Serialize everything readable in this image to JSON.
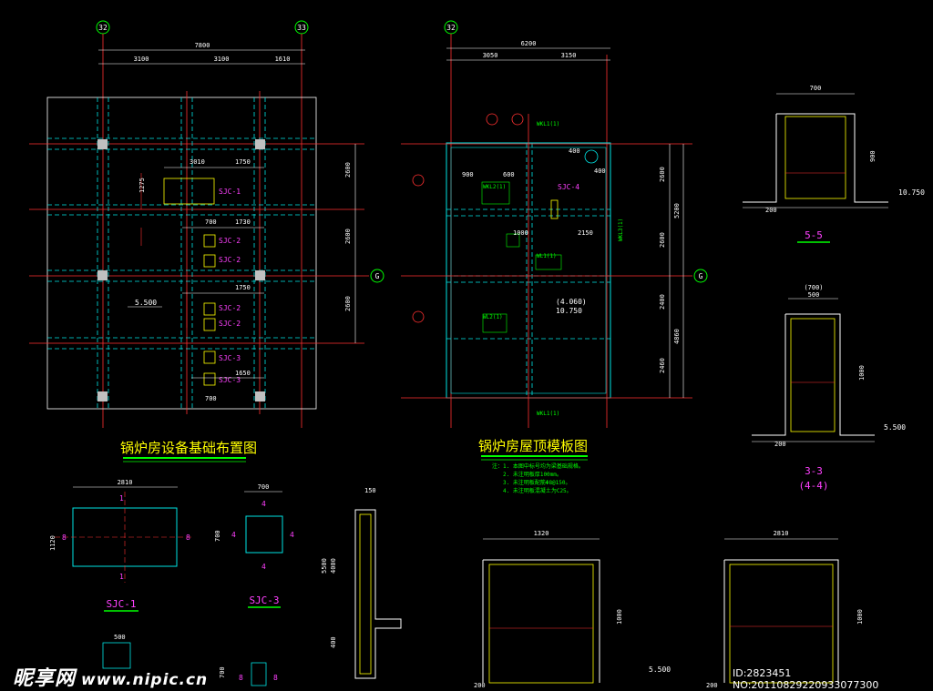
{
  "plan1": {
    "title": "锅炉房设备基础布置图",
    "axis_left": "32",
    "axis_right": "33",
    "axis_g": "G",
    "dim_total": "7800",
    "dim_a": "3100",
    "dim_b": "3100",
    "dim_c": "1610",
    "dim_right_1": "2600",
    "dim_right_2": "2600",
    "dim_right_3": "2600",
    "elev": "5.500",
    "sjc_labels": [
      "SJC-1",
      "SJC-2",
      "SJC-2",
      "SJC-2",
      "SJC-2",
      "SJC-3",
      "SJC-3"
    ],
    "inner_dims": [
      "3010",
      "1750",
      "1275",
      "700",
      "1730",
      "1750",
      "1650",
      "700"
    ]
  },
  "plan2": {
    "title": "锅炉房屋顶模板图",
    "axis_left": "32",
    "axis_g": "G",
    "dim_total": "6200",
    "dim_a": "3050",
    "dim_b": "3150",
    "dim_right_1": "2600",
    "dim_right_2": "5200",
    "dim_right_3": "2600",
    "dim_right_4": "2400",
    "dim_right_5": "4860",
    "dim_right_6": "2460",
    "elev_1": "(4.060)",
    "elev_2": "10.750",
    "sjc4": "SJC-4",
    "notes": [
      "注：1. 本图中标号均为梁基础规格。",
      "2. 未注明板厚100mm。",
      "3. 未注明板配筋Φ8@150。",
      "4. 未注明板混凝土为C25。"
    ],
    "beam_labels": [
      "WKL1(1)",
      "WKL2(1)",
      "WL1(1)",
      "WL2(1)",
      "WKL3(1)",
      "WKL1(1)"
    ],
    "inner_dims": [
      "900",
      "600",
      "400",
      "400",
      "1000",
      "2150"
    ]
  },
  "section55": {
    "title": "5-5",
    "width": "700",
    "height": "900",
    "base": "200",
    "elev": "10.750"
  },
  "section33": {
    "title": "3-3",
    "sub": "(4-4)",
    "width": "(700)",
    "width2": "500",
    "height": "1000",
    "base": "200",
    "elev": "5.500"
  },
  "sjc1": {
    "title": "SJC-1",
    "width": "2810",
    "height": "1120",
    "marks": [
      "1",
      "1",
      "8",
      "8"
    ]
  },
  "sjc3": {
    "title": "SJC-3",
    "width": "700",
    "height": "700",
    "marks": [
      "4",
      "4",
      "4",
      "4"
    ]
  },
  "sec_bottom_a": {
    "width": "1320",
    "height": "1000",
    "base": "200",
    "elev": "5.500"
  },
  "sec_bottom_b": {
    "width": "2810",
    "height": "1000",
    "base": "200"
  },
  "col_detail": {
    "top": "150",
    "h1": "5500",
    "h2": "4000",
    "h3": "400"
  },
  "small_parts": {
    "w1": "500",
    "w2": "700",
    "marks": [
      "8",
      "8"
    ]
  },
  "watermark": {
    "brand": "昵享网",
    "url": "www.nipic.cn",
    "id": "ID:2823451 NO:20110829220933077300"
  }
}
